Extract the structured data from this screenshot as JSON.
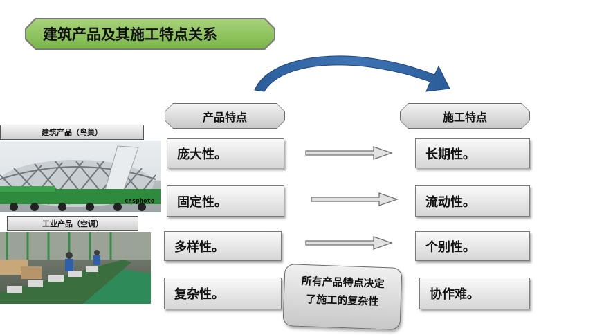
{
  "title": "建筑产品及其施工特点关系",
  "columns": {
    "left_header": "产品特点",
    "right_header": "施工特点"
  },
  "rows": [
    {
      "product": "庞大性。",
      "construction": "长期性。"
    },
    {
      "product": "固定性。",
      "construction": "流动性。"
    },
    {
      "product": "多样性。",
      "construction": "个别性。"
    },
    {
      "product": "复杂性。",
      "construction": "协作难。"
    }
  ],
  "images": {
    "image1_label": "建筑产品（鸟巢）",
    "image1_watermark": "cnsphoto",
    "image2_label": "工业产品（空调）"
  },
  "callout": {
    "line1": "所有产品特点决定",
    "line2": "了施工的复杂性"
  },
  "colors": {
    "title_green": "#7ab648",
    "arc_blue": "#2e5f9e",
    "box_gray": "#d6d6d6"
  }
}
